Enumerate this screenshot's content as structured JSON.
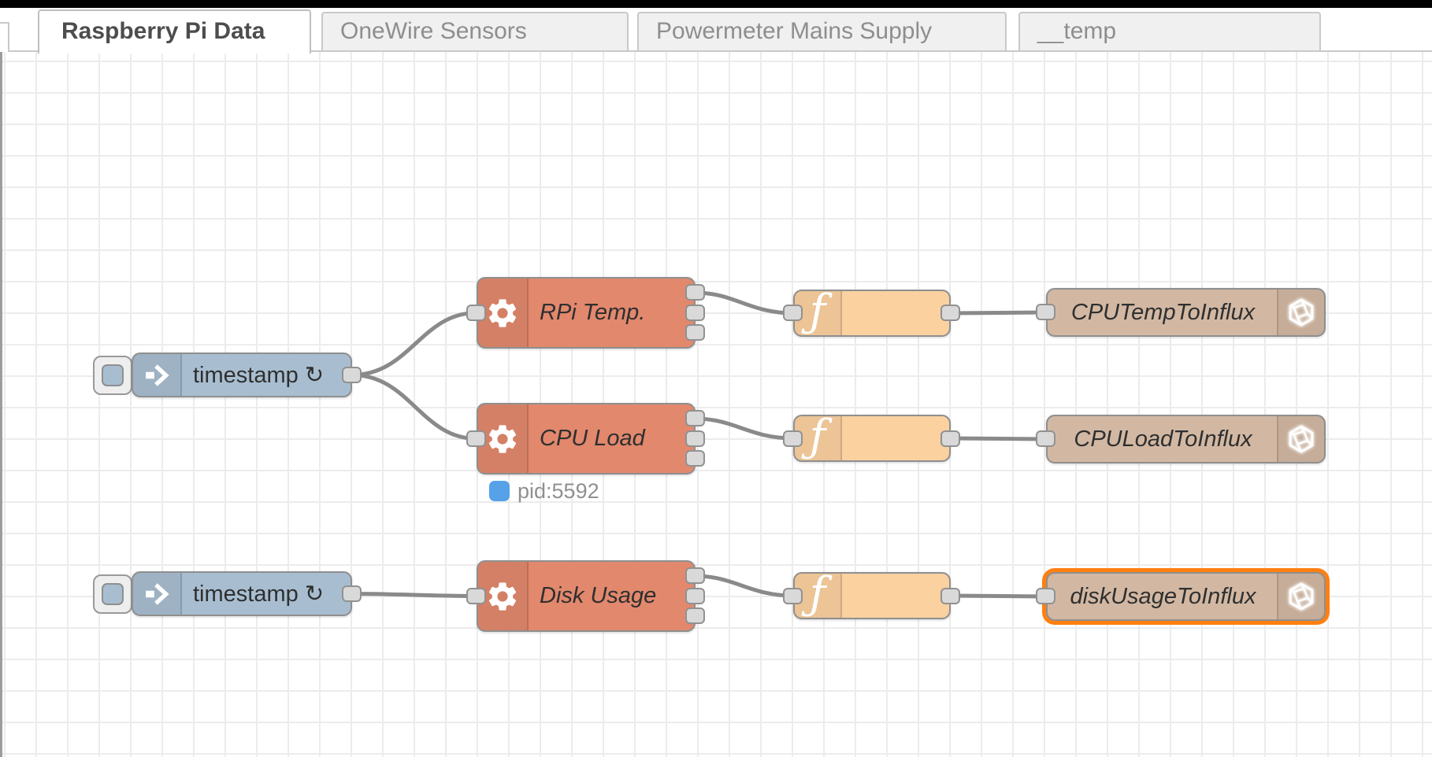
{
  "tabs": [
    {
      "label": "Raspberry Pi Data",
      "active": true
    },
    {
      "label": "OneWire Sensors",
      "active": false
    },
    {
      "label": "Powermeter Mains Supply",
      "active": false
    },
    {
      "label": "__temp",
      "active": false
    }
  ],
  "nodes": {
    "timestamp1": {
      "type": "inject",
      "label": "timestamp ↻"
    },
    "timestamp2": {
      "type": "inject",
      "label": "timestamp ↻"
    },
    "rpi_temp": {
      "type": "exec",
      "label": "RPi Temp."
    },
    "cpu_load": {
      "type": "exec",
      "label": "CPU Load",
      "status": "pid:5592"
    },
    "disk_usage": {
      "type": "exec",
      "label": "Disk Usage"
    },
    "func1": {
      "type": "function",
      "label": ""
    },
    "func2": {
      "type": "function",
      "label": ""
    },
    "func3": {
      "type": "function",
      "label": ""
    },
    "cpu_temp_to_influx": {
      "type": "influxdb out",
      "label": "CPUTempToInflux"
    },
    "cpu_load_to_influx": {
      "type": "influxdb out",
      "label": "CPULoadToInflux"
    },
    "disk_usage_to_influx": {
      "type": "influxdb out",
      "label": "diskUsageToInflux",
      "selected": true
    }
  },
  "icons": {
    "inject": "arrow-into-node",
    "exec": "gear",
    "function_glyph": "ƒ",
    "influxdb": "influxdb-polyhedron"
  },
  "colors": {
    "inject_node": "#a8bed0",
    "exec_node": "#e2886d",
    "function_node": "#fbd1a0",
    "influxdb_node": "#d2b8a3",
    "selection": "#ff7f11",
    "status_blue": "#57a1e8",
    "wire": "#8a8a8a",
    "grid": "#ececec"
  }
}
